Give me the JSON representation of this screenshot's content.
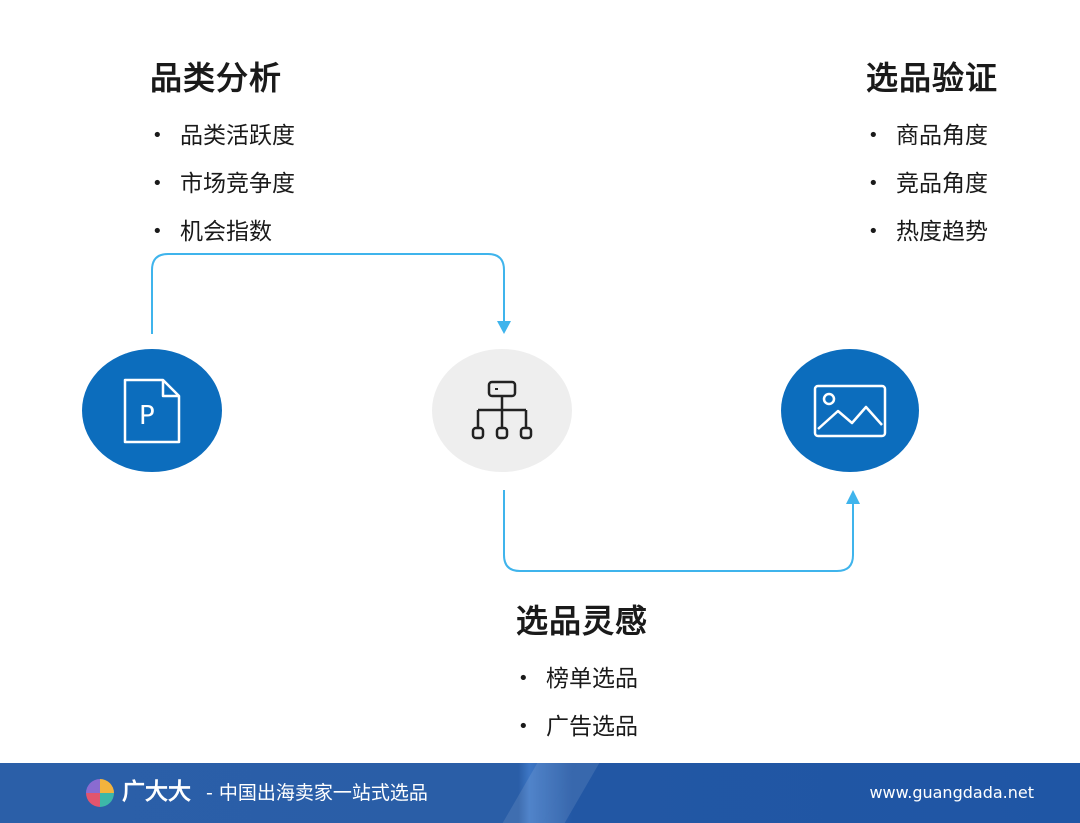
{
  "sections": {
    "category_analysis": {
      "title": "品类分析",
      "items": [
        "品类活跃度",
        "市场竞争度",
        "机会指数"
      ]
    },
    "product_validation": {
      "title": "选品验证",
      "items": [
        "商品角度",
        "竞品角度",
        "热度趋势"
      ]
    },
    "selection_inspiration": {
      "title": "选品灵感",
      "items": [
        "榜单选品",
        "广告选品"
      ]
    }
  },
  "bullet_char": "•",
  "icons": {
    "left": "document-p-icon",
    "middle": "hierarchy-tree-icon",
    "right": "image-picture-icon"
  },
  "colors": {
    "primary_blue": "#0c6dbd",
    "connector": "#3fb4ec",
    "neutral_circle": "#eeeeee",
    "footer": "#2b5fa8"
  },
  "footer": {
    "brand": "广大大",
    "slogan": "- 中国出海卖家一站式选品",
    "url": "www.guangdada.net"
  }
}
